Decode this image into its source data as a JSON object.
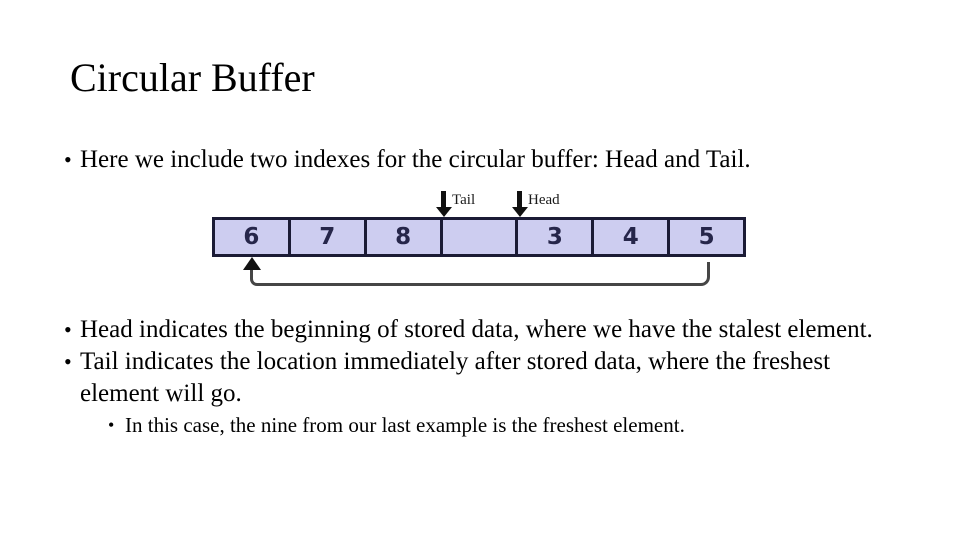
{
  "title": "Circular Buffer",
  "bullet_char": "•",
  "content": {
    "intro_bullet": "Here we include two indexes for the circular buffer: Head and Tail.",
    "head_bullet": "Head indicates the beginning of stored data, where we have the stalest element.",
    "tail_bullet": "Tail indicates the location immediately after stored data, where the freshest element will go.",
    "sub_bullet": "In this case, the nine from our last example is the freshest element."
  },
  "diagram": {
    "tail_label": "Tail",
    "head_label": "Head",
    "cells": [
      "6",
      "7",
      "8",
      "",
      "3",
      "4",
      "5"
    ],
    "colors": {
      "cell_fill": "#cdcdf0",
      "cell_border": "#1b1b35",
      "cell_text": "#26264a",
      "pointer": "#111111",
      "wrap_line": "#464646"
    }
  }
}
